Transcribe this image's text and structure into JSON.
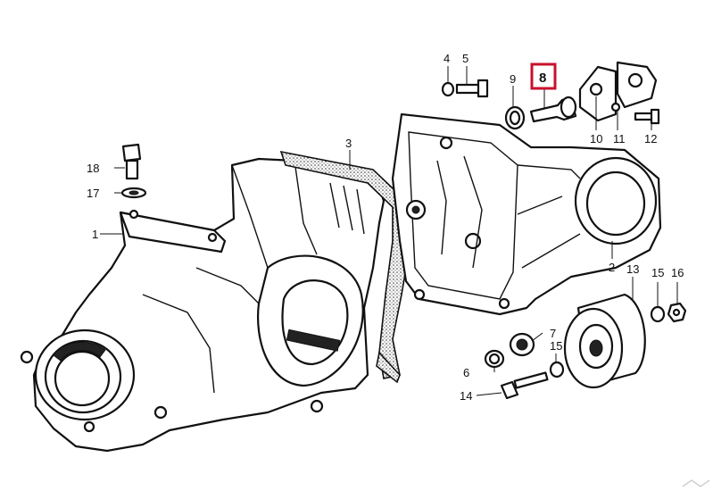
{
  "diagram": {
    "highlight_color": "#c8102e",
    "callouts": {
      "p1": "1",
      "p2": "2",
      "p3": "3",
      "p4": "4",
      "p5": "5",
      "p6": "6",
      "p7": "7",
      "p8": "8",
      "p9": "9",
      "p10": "10",
      "p11": "11",
      "p12": "12",
      "p13": "13",
      "p14": "14",
      "p15a": "15",
      "p15b": "15",
      "p16": "16",
      "p17": "17",
      "p18": "18"
    }
  }
}
